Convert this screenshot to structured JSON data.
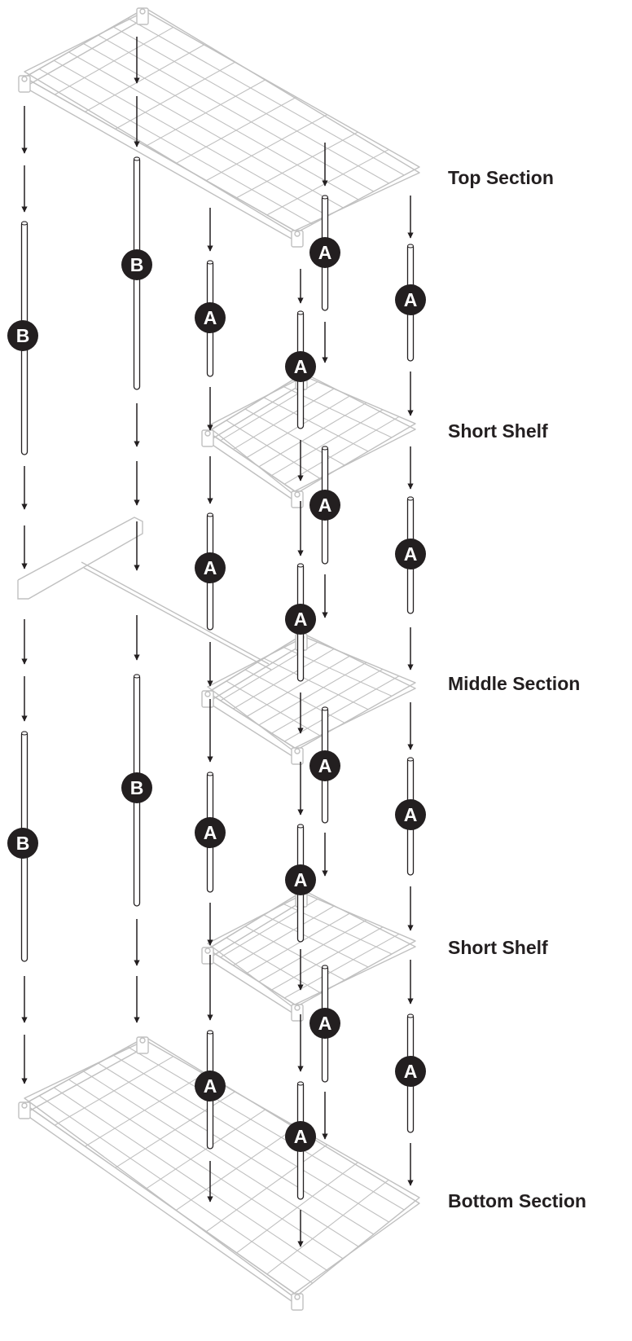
{
  "section_labels": {
    "top": "Top Section",
    "short_shelf_1": "Short Shelf",
    "middle": "Middle Section",
    "short_shelf_2": "Short Shelf",
    "bottom": "Bottom Section"
  },
  "part_letters": {
    "a": "A",
    "b": "B"
  },
  "colors": {
    "shelf": "#c0c0c0",
    "ink": "#231f20",
    "badge": "#231f20",
    "badge_text": "#ffffff"
  }
}
